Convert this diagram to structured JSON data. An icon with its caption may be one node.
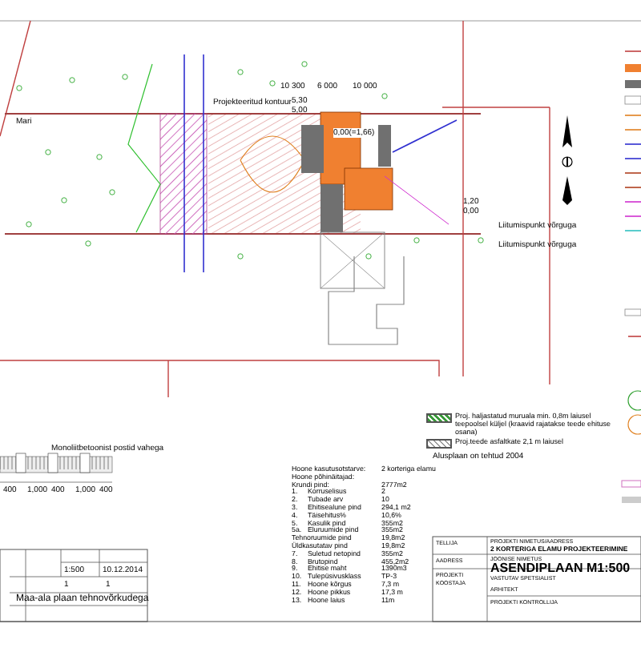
{
  "diagram": {
    "labels": [
      "Mari",
      "Projekteeritud kontuur",
      "10 300",
      "6 000",
      "10 000",
      "5,30",
      "5,00",
      "0,00(=1,66)",
      "Liitumispunkt võrguga",
      "Liitumispunkt võrguga",
      "1,20",
      "0,00",
      "Alusplaan on tehtud 2004",
      "Monoliitbetoonist postid vahega",
      "400",
      "1,000",
      "400",
      "1,000",
      "400",
      "Hoone kasutusotstarve:",
      "2 korteriga elamu",
      "Hoone põhinäitajad:",
      "Krundi pind:",
      "2777m2",
      "1.",
      "Korruselisus",
      "2",
      "2.",
      "Tubade arv",
      "10",
      "3.",
      "Ehitisealune pind",
      "294,1 m2",
      "4.",
      "Täisehitus%",
      "10,6%",
      "5.",
      "Kasulik pind",
      "355m2",
      "5a.",
      "Eluruumide pind",
      "355m2",
      "Tehnoruumide pind",
      "19,8m2",
      "Üldkasutatav pind",
      "19,8m2",
      "7.",
      "Suletud netopind",
      "355m2",
      "8.",
      "Brutopind",
      "455,2m2",
      "9.",
      "Ehitise maht",
      "1390m3",
      "10.",
      "Tulepüsivusklass",
      "TP-3",
      "11.",
      "Hoone kõrgus",
      "7,3 m",
      "12.",
      "Hoone pikkus",
      "17,3 m",
      "13.",
      "Hoone laius",
      "11m",
      "1:500",
      "10.12.2014",
      "1",
      "1",
      "Maa-ala plaan tehnovõrkudega",
      "TELLIJA",
      "AADRESS",
      "PROJEKTI KOOSTAJA",
      "PROJEKTI NIMETUS/AADRESS",
      "2 KORTERIGA ELAMU PROJEKTEERIMINE",
      "JOONISE NIMETUS",
      "ASENDIPLAAN M1:500",
      "VASTUTAV SPETSIALIST",
      "ARHITEKT",
      "PROJEKTI KONTROLLIJA"
    ],
    "legend": [
      {
        "text": "Proj. haljastatud muruala min. 0,8m laiusel teepoolsel küljel (kraavid rajatakse teede ehituse osana)"
      },
      {
        "text": "Proj.teede asfaltkate 2,1 m laiusel"
      }
    ]
  }
}
